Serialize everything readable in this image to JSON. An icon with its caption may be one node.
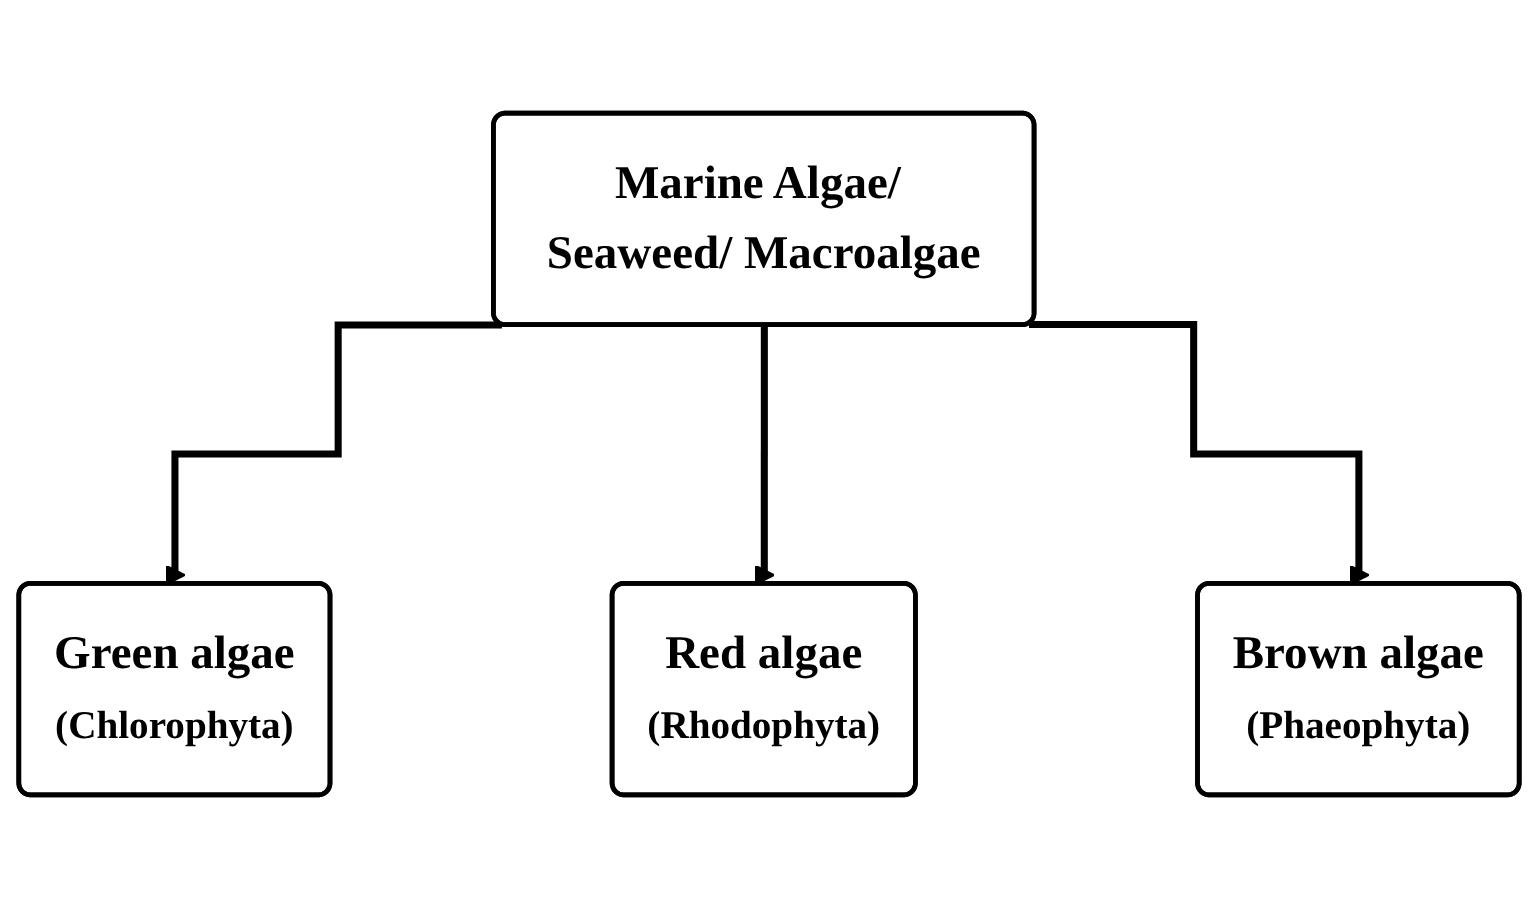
{
  "diagram": {
    "nodes": [
      {
        "text": [
          "Marine Algae/ Seaweed/ Macroalgae"
        ]
      },
      {
        "text": [
          "Green algae",
          "(Chlorophyta)"
        ]
      },
      {
        "text": [
          "Red algae",
          "(Rhodophyta)"
        ]
      },
      {
        "text": [
          "Brown algae",
          "(Phaeophyta)"
        ]
      }
    ],
    "edges": [
      {
        "from": 0,
        "to": 1,
        "arrow": "to"
      },
      {
        "from": 0,
        "to": 2,
        "arrow": "to"
      },
      {
        "from": 0,
        "to": 3,
        "arrow": "to"
      }
    ]
  }
}
